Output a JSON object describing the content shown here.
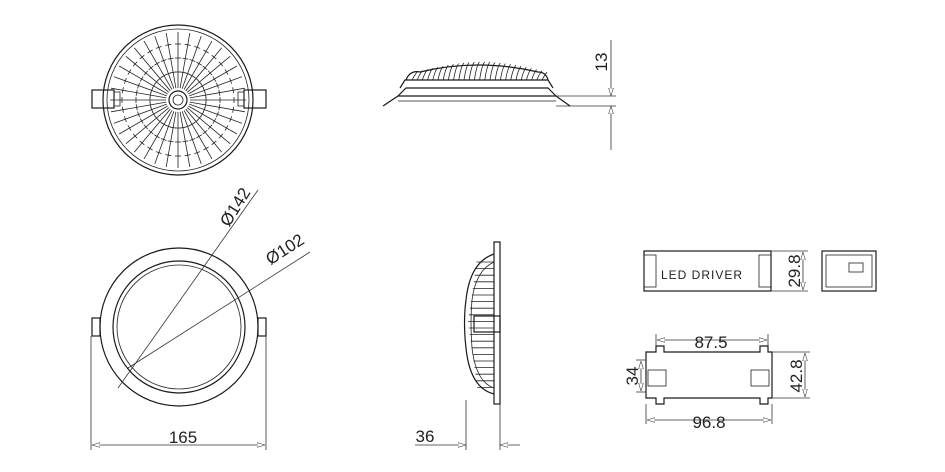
{
  "dimensions": {
    "top_height": "13",
    "outer_diameter": "Ø142",
    "cutout_diameter": "Ø102",
    "overall_width": "165",
    "depth": "36",
    "driver_height": "29.8",
    "driver_inner_length": "87.5",
    "driver_width": "42.8",
    "driver_body_width": "34",
    "driver_overall_length": "96.8"
  },
  "labels": {
    "driver_label": "LED DRIVER"
  }
}
